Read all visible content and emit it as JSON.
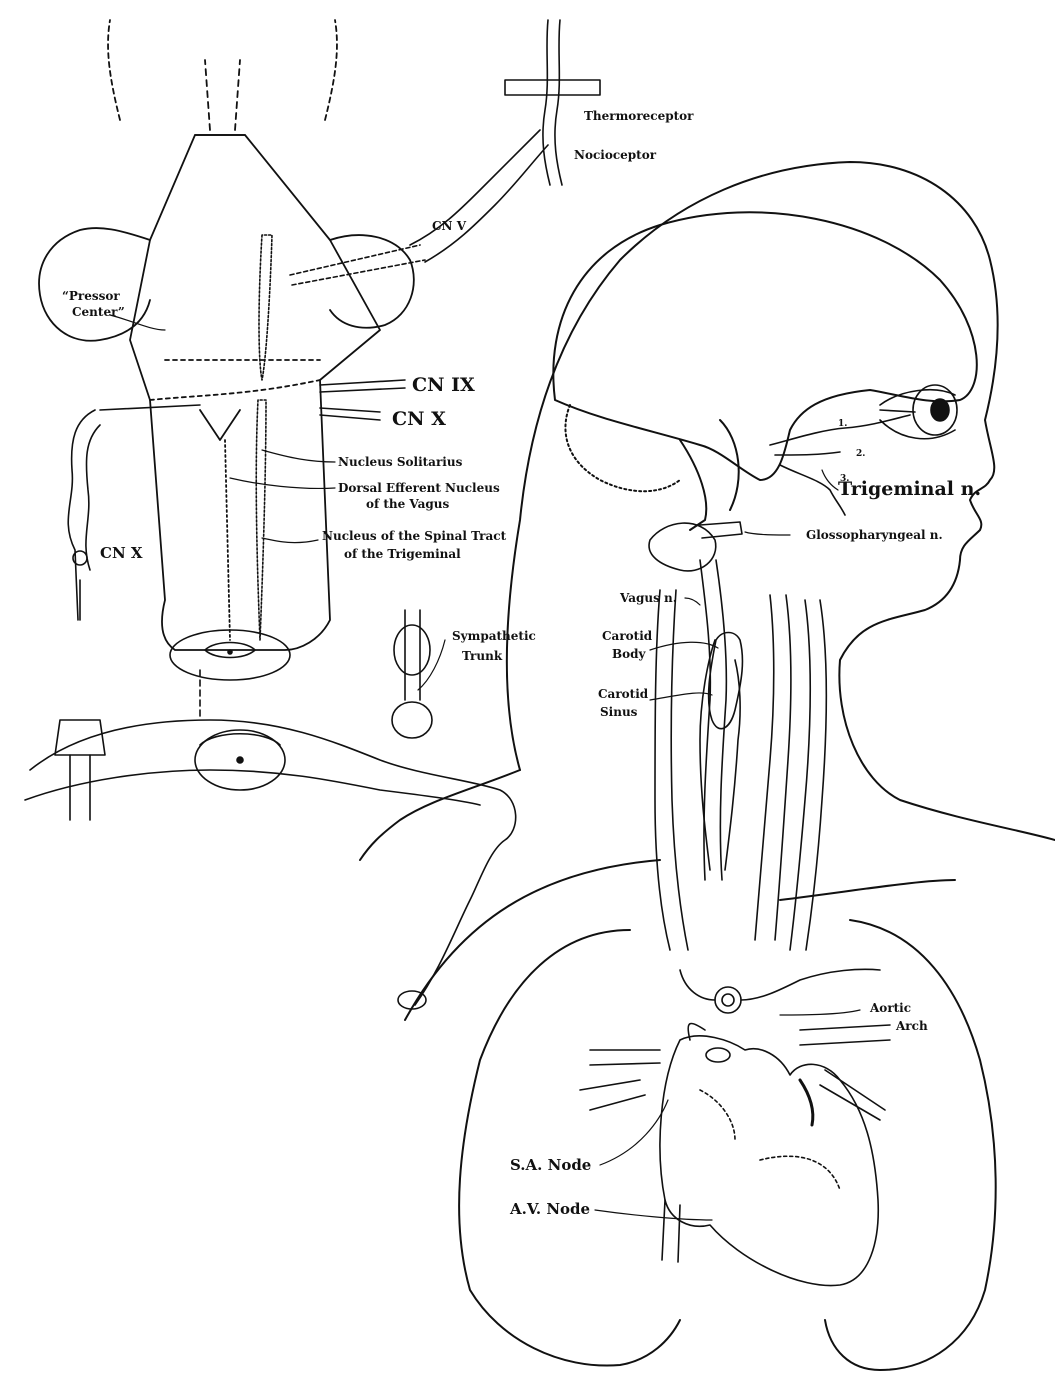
{
  "labels": {
    "thermoreceptor": "Thermoreceptor",
    "nociceptor": "Nocioceptor",
    "cn_v_small": "CN V",
    "pressor_center_1": "“Pressor",
    "pressor_center_2": "Center”",
    "cn_ix": "CN IX",
    "cn_x_upper": "CN X",
    "nucleus_solitarius": "Nucleus Solitarius",
    "dorsal_efferent_1": "Dorsal Efferent Nucleus",
    "dorsal_efferent_2": "of the Vagus",
    "spinal_tract_1": "Nucleus of the Spinal Tract",
    "spinal_tract_2": "of the Trigeminal",
    "cn_x_left": "CN X",
    "sympathetic_1": "Sympathetic",
    "sympathetic_2": "Trunk",
    "trigeminal": "Trigeminal n.",
    "glossopharyngeal": "Glossopharyngeal n.",
    "vagus": "Vagus n.",
    "carotid_body_1": "Carotid",
    "carotid_body_2": "Body",
    "carotid_sinus_1": "Carotid",
    "carotid_sinus_2": "Sinus",
    "aortic_arch_1": "Aortic",
    "aortic_arch_2": "Arch",
    "sa_node": "S.A. Node",
    "av_node": "A.V. Node",
    "num_1": "1.",
    "num_2": "2.",
    "num_3": "3."
  }
}
